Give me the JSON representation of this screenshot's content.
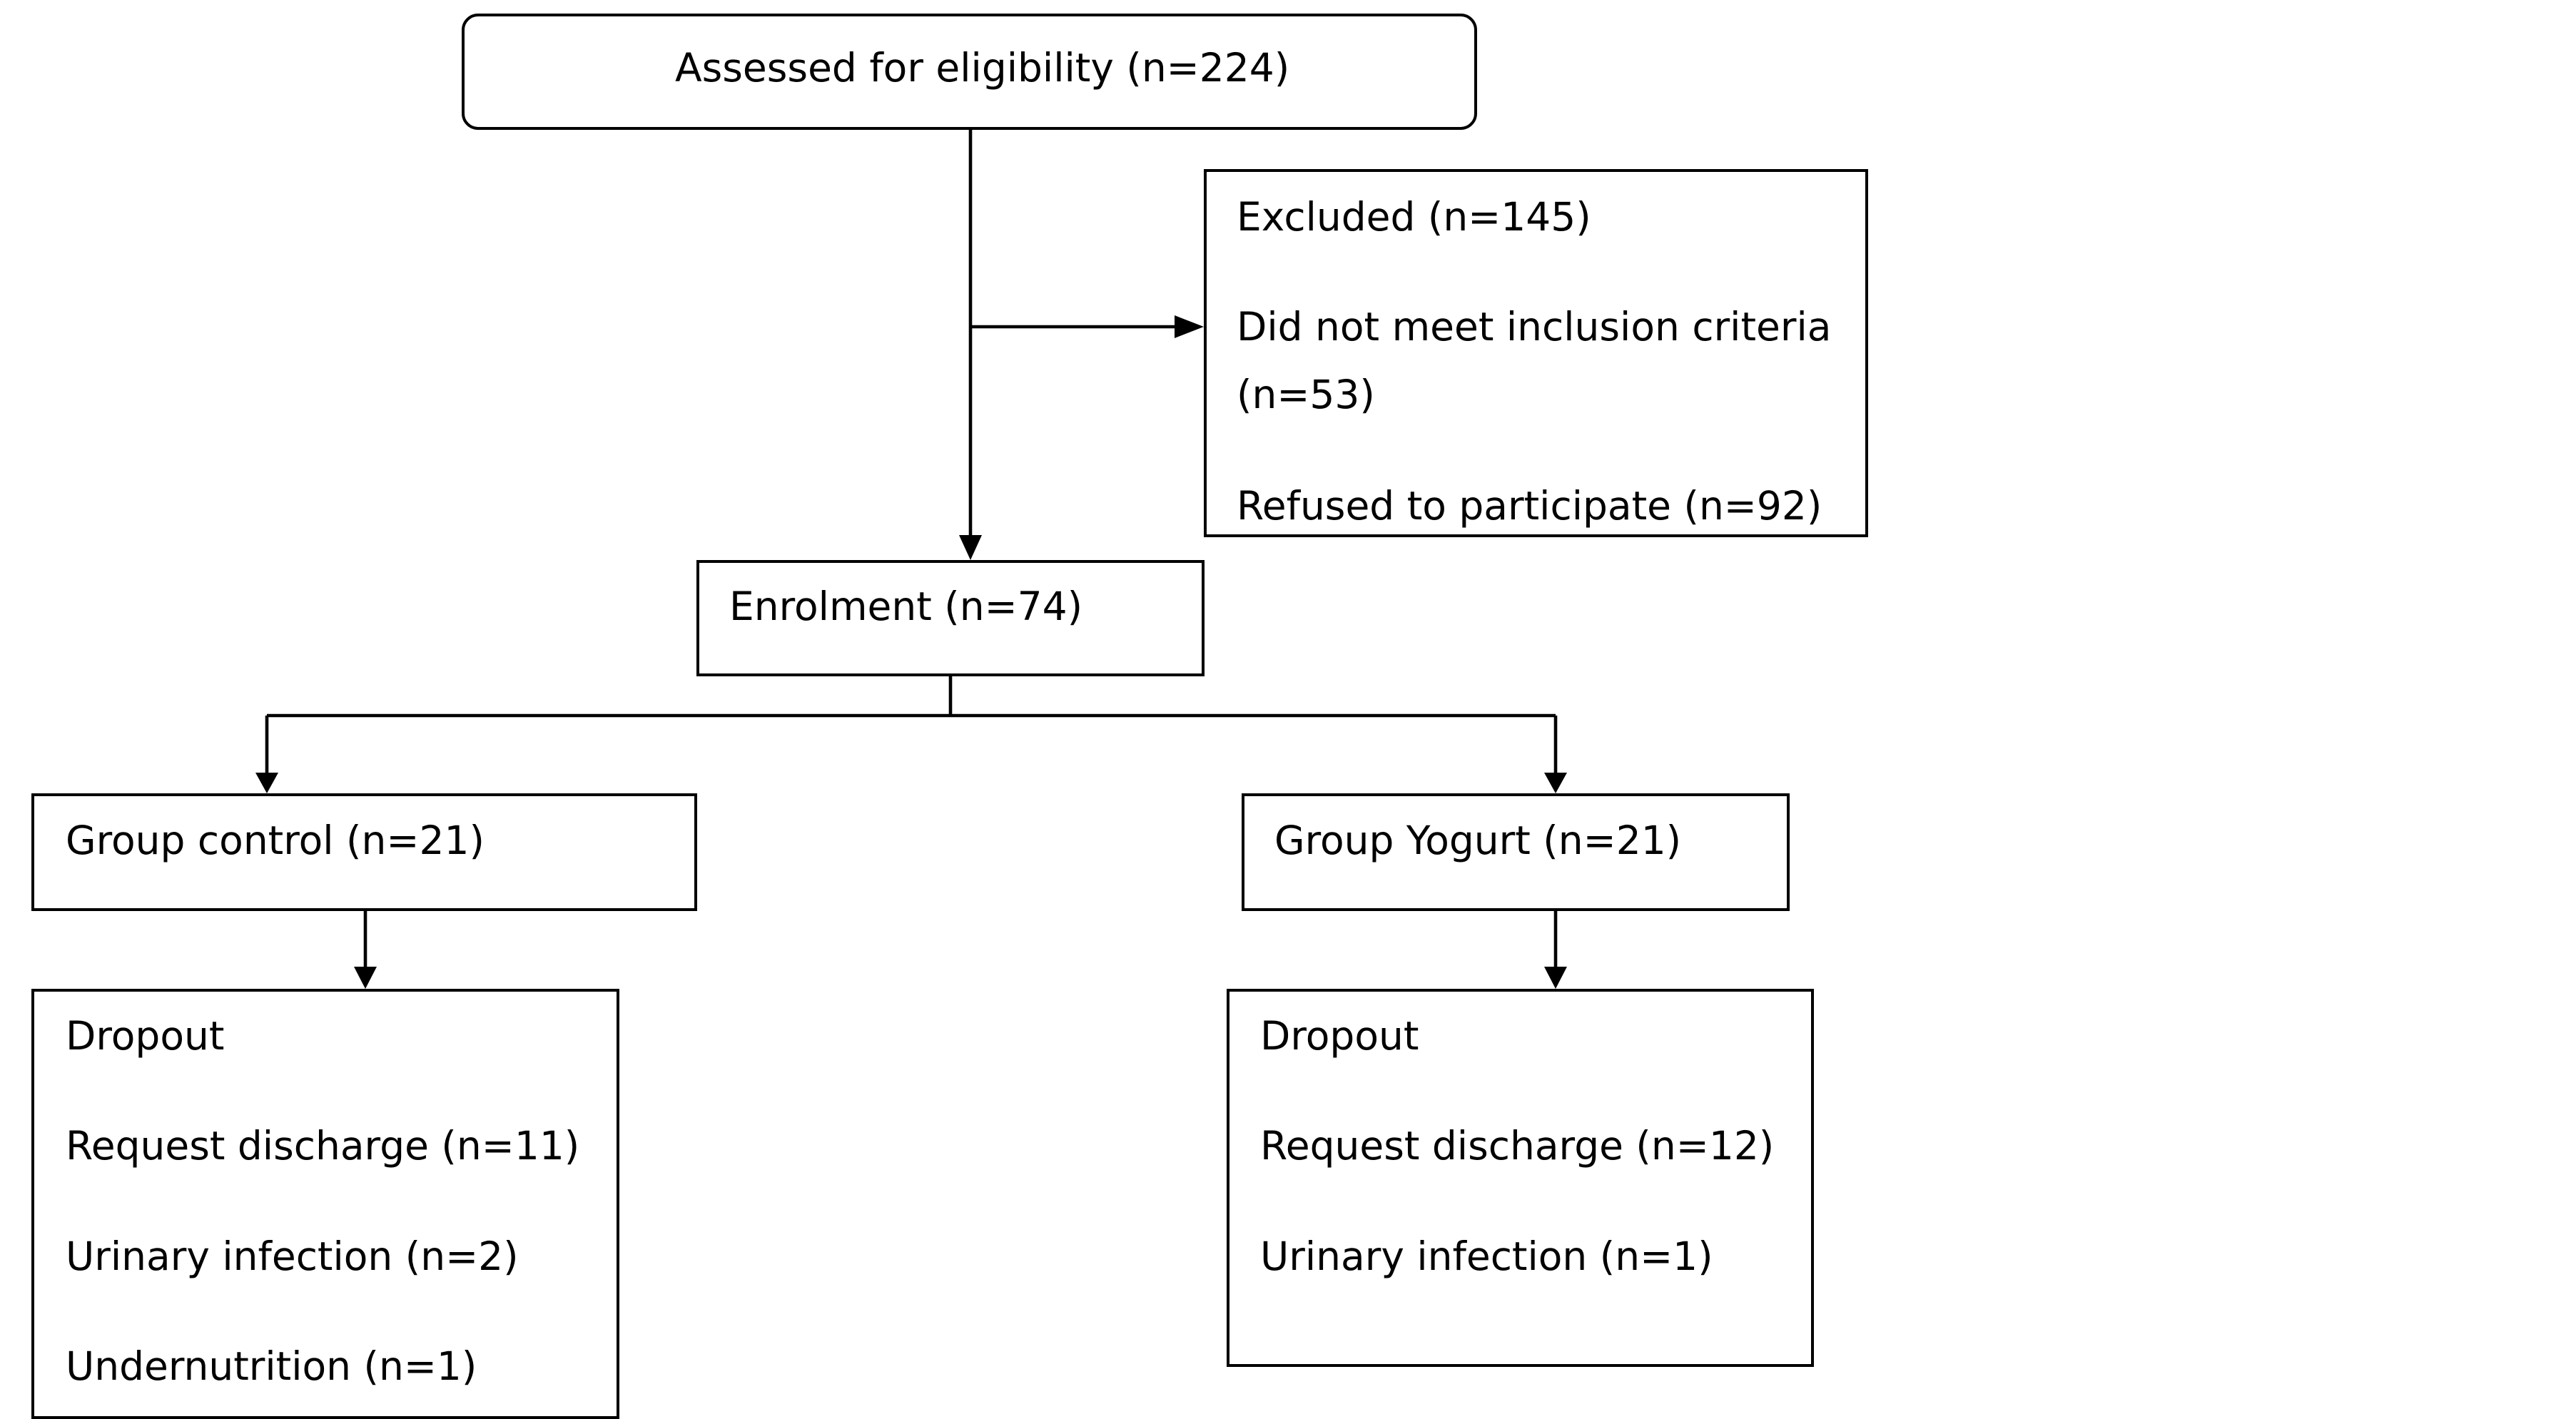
{
  "assessed": {
    "label": "Assessed for eligibility (n=224)"
  },
  "excluded": {
    "title": "Excluded (n=145)",
    "line1": "Did not meet inclusion criteria",
    "line2": "(n=53)",
    "line3": "Refused to participate (n=92)"
  },
  "enrolment": {
    "label": "Enrolment (n=74)"
  },
  "control": {
    "label": "Group control (n=21)",
    "dropout": {
      "title": "Dropout",
      "items": [
        "Request discharge (n=11)",
        "Urinary infection (n=2)",
        "Undernutrition  (n=1)"
      ]
    }
  },
  "yogurt": {
    "label": "Group Yogurt (n=21)",
    "dropout": {
      "title": "Dropout",
      "items": [
        "Request discharge (n=12)",
        "Urinary infection (n=1)"
      ]
    }
  }
}
